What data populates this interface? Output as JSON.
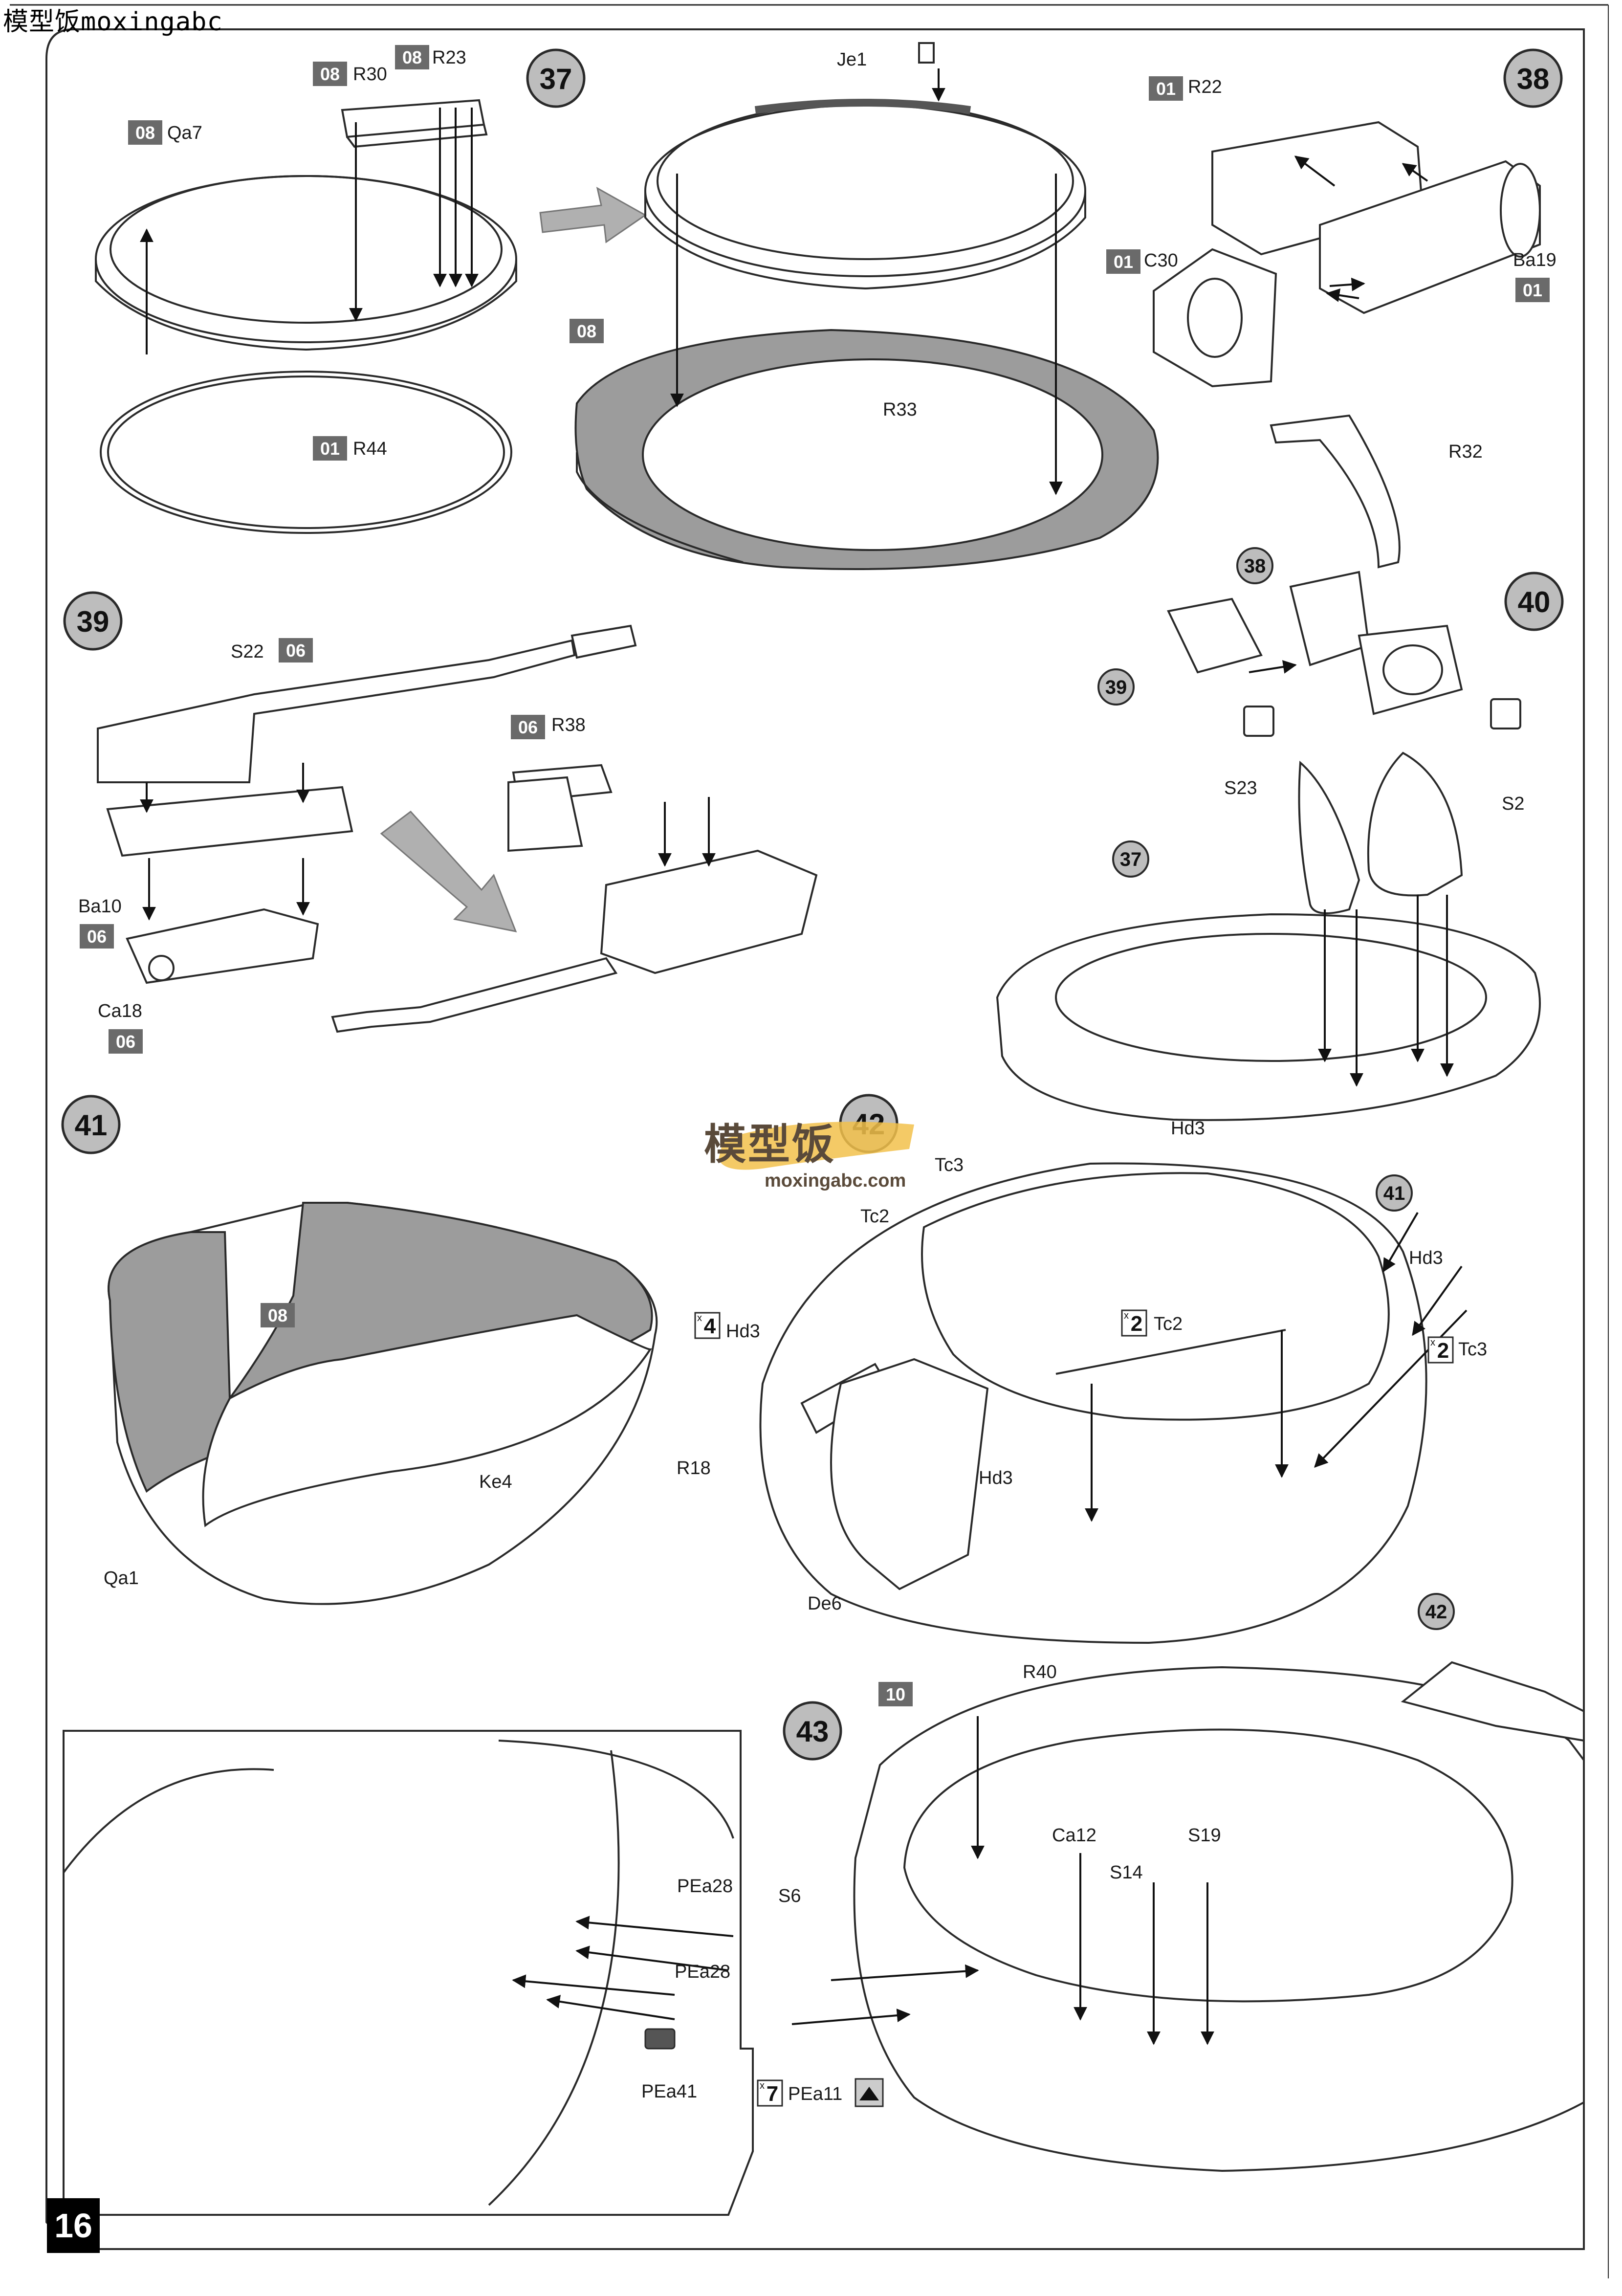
{
  "watermark": "模型饭moxingabc",
  "page_number": "16",
  "logo": {
    "name": "模型饭",
    "url": "moxingabc.com"
  },
  "steps": [
    "37",
    "38",
    "39",
    "40",
    "41",
    "42",
    "43"
  ],
  "part_labels": {
    "R30": "R30",
    "R23": "R23",
    "Qa7": "Qa7",
    "R44": "R44",
    "Je1": "Je1",
    "R33": "R33",
    "R22": "R22",
    "C30": "C30",
    "Ba19": "Ba19",
    "R32": "R32",
    "S22": "S22",
    "R38": "R38",
    "Ba10": "Ba10",
    "Ca18": "Ca18",
    "S23": "S23",
    "S2": "S2",
    "Ke4": "Ke4",
    "Qa1": "Qa1",
    "Hd3": "Hd3",
    "Tc3": "Tc3",
    "Tc2": "Tc2",
    "R18": "R18",
    "De6": "De6",
    "R40": "R40",
    "Ca12": "Ca12",
    "S19": "S19",
    "S14": "S14",
    "S6": "S6",
    "PEa28": "PEa28",
    "PEa41": "PEa41",
    "PEa11": "PEa11"
  },
  "sprues": {
    "s01": "01",
    "s06": "06",
    "s08": "08",
    "s10": "10"
  },
  "quantities": {
    "x4": "4",
    "x2": "2",
    "x7": "7"
  },
  "colors": {
    "line": "#2a2a2a",
    "panel": "#9c9c9c",
    "arrow_fill": "#b8b8b8",
    "badge": "#bdbdbd"
  }
}
